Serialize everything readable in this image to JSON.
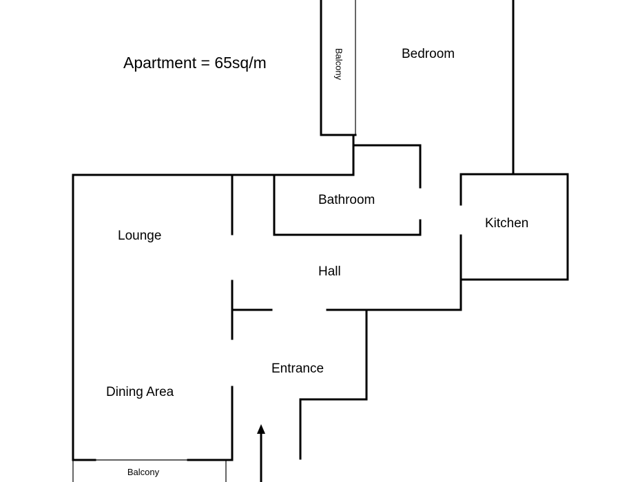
{
  "plan": {
    "title": "Apartment = 65sq/m",
    "rooms": {
      "bedroom": "Bedroom",
      "bathroom": "Bathroom",
      "kitchen": "Kitchen",
      "lounge": "Lounge",
      "hall": "Hall",
      "entrance": "Entrance",
      "dining": "Dining Area"
    },
    "balcony_top": "Balcony",
    "balcony_bottom": "Balcony"
  },
  "colors": {
    "wall": "#000000",
    "background": "#ffffff",
    "text": "#000000"
  }
}
